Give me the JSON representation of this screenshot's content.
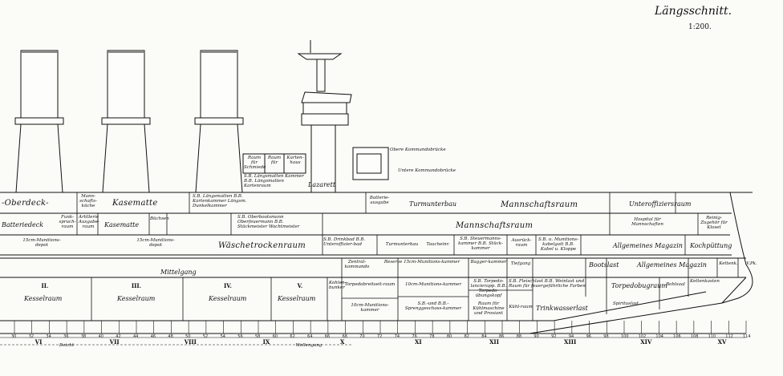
{
  "title": "Längsschnitt.",
  "scale": "1:200.",
  "deck_labels": {
    "oberdeck": "-Oberdeck-",
    "batteriedeck": "Batteriedeck",
    "kasematte_1": "Kasematte",
    "kasematte_2": "Kasematte",
    "mannschaftskueche": "Mann-schafts-küche",
    "funkspruch": "Funk-spruch-raum",
    "artillerie": "Artillerie Ausgabe-raum",
    "buechsen": "Büchsen",
    "laengsmatten": "S.B. Längsmatten B.B. Kartenkammer Längsm. Dunkelkammer",
    "oberbootsmann": "S.B. Oberbootsmann Oberfeuermann B.B. Stückmeister Wachtmeister",
    "munitionsdepot_1": "15cm-Munitions-depot",
    "munitionsdepot_2": "15cm-Munitions-depot",
    "waeschetrocken": "Wäschetrockenraum",
    "mittelgang": "Mittelgang",
    "kessel_2": "Kesselraum",
    "kessel_3": "Kesselraum",
    "kessel_4": "Kesselraum",
    "kessel_5": "Kesselraum",
    "raum_fuer_schmiede": "Raum für Schmiede",
    "raum_fuer": "Raum für",
    "kartenhaus": "Karten-haus",
    "laengsmatten_kartenraum": "S.B. Längsmatten Kammer B.B. Längsmatten Kartenraum",
    "lazarett": "Lazarett",
    "obere_kommandobruecke": "Obere Kommandobrücke",
    "untere_kommandobruecke": "Untere Kommandobrücke",
    "batterieausgabe": "Batterie-ausgabe",
    "turmunterbau_1": "Turmunterbau",
    "mannschaftsraum_1": "Mannschaftsraum",
    "mannschaftsraum_2": "Mannschaftsraum",
    "unteroffiziersraum": "Unteroffiziersraum",
    "hospital": "Hospital für Mannschaften",
    "reinigung": "Reinig-Zugehör für Kloset",
    "trimmzellen": "S.B. Drinkbad B.B. Unteroffizier-bad",
    "turmunterbau_2": "Turmunterbau",
    "taucheinrichtung": "Taucheinr.",
    "steuermannskammer": "S.B. Steuermanns-kammer B.B. Stück-kammer",
    "ausrueckraum": "Ausrück-raum",
    "kabelgatt": "S.B. u. Munitions-kabelgatt B.B. Kabel u. Kloppe",
    "allg_magazin_1": "Allgemeines Magazin",
    "kochpuettung": "Kochpüttung",
    "zentrale": "Zentral-kommando",
    "munitionskammer_1": "Reserve 15cm-Munitions-kammer",
    "baggerkammer": "Bagger-kammer",
    "tiefgang": "Tiefgang",
    "bootslast": "Bootslast",
    "allg_magazin_2": "Allgemeines Magazin",
    "kettenkasten": "Kettenk.",
    "vorpiek": "V.Pk.",
    "torpedobreitseit": "Torpedobreitseit-raum",
    "munitionskammer_2": "10cm-Munitions-kammer",
    "mun_kammer_3": "10cm-Munitionskammer",
    "torpedo_lancier": "S.B. Torpedo-lancierapp. B.B. Torpedo-übungskopf",
    "fleischlast": "S.B. Fleischlast B.B. Weinlast und Raum für feuergefährliche Farben",
    "torpedoraum": "Torpedobugraum",
    "bohlsaal": "Bohlsaal",
    "kettenkasten_2": "Kettenkasten",
    "kohlen": "Kohlen-bunker",
    "munitionskammer_4": "10cm-Munitions-kammer",
    "sprenggeschoss": "S.B.-und B.B.-Sprenggeschoss-kammer",
    "raum_fuer_kuehlmaschine": "Raum für Kühlmaschine und Proviant",
    "kuehlraum": "Kühl-raum",
    "trinkwasser": "Trinkwasserlast",
    "spiritus": "Spirituslast",
    "wellengang": "Wellengang",
    "deicht": "Deicht"
  },
  "frame_numbers": [
    "30",
    "32",
    "34",
    "36",
    "38",
    "40",
    "42",
    "44",
    "46",
    "48",
    "50",
    "52",
    "54",
    "56",
    "58",
    "60",
    "62",
    "64",
    "66",
    "68",
    "70",
    "72",
    "74",
    "76",
    "78",
    "80",
    "82",
    "84",
    "86",
    "88",
    "90",
    "92",
    "94",
    "96",
    "98",
    "100",
    "102",
    "104",
    "106",
    "108",
    "110",
    "112",
    "114"
  ],
  "compartments": [
    "VI",
    "VII",
    "VIII",
    "IX",
    "X",
    "XI",
    "XII",
    "XIII",
    "XIV",
    "XV"
  ],
  "roman_kessel": [
    "II.",
    "III.",
    "IV.",
    "V."
  ]
}
